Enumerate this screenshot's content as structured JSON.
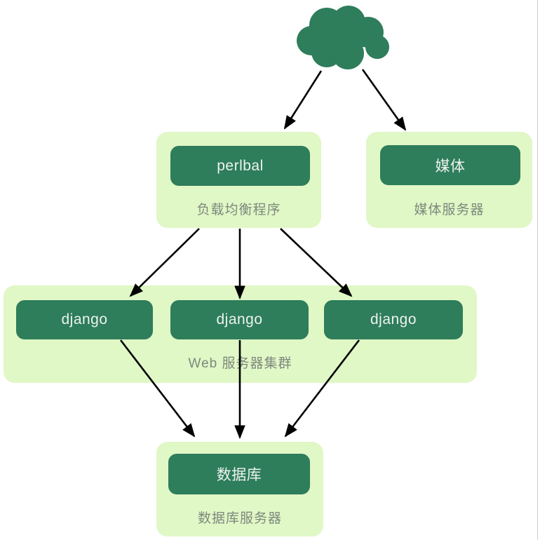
{
  "diagram": {
    "cloud": {
      "icon": "cloud-icon"
    },
    "groups": {
      "load_balancer": {
        "nodes": [
          {
            "label": "perlbal"
          }
        ],
        "caption": "负载均衡程序"
      },
      "media_server": {
        "nodes": [
          {
            "label": "媒体"
          }
        ],
        "caption": "媒体服务器"
      },
      "web_cluster": {
        "nodes": [
          {
            "label": "django"
          },
          {
            "label": "django"
          },
          {
            "label": "django"
          }
        ],
        "caption": "Web 服务器集群"
      },
      "database_server": {
        "nodes": [
          {
            "label": "数据库"
          }
        ],
        "caption": "数据库服务器"
      }
    },
    "edges": [
      {
        "from": "cloud",
        "to": "perlbal"
      },
      {
        "from": "cloud",
        "to": "media"
      },
      {
        "from": "perlbal",
        "to": "django-1"
      },
      {
        "from": "perlbal",
        "to": "django-2"
      },
      {
        "from": "perlbal",
        "to": "django-3"
      },
      {
        "from": "django-1",
        "to": "database"
      },
      {
        "from": "django-2",
        "to": "database"
      },
      {
        "from": "django-3",
        "to": "database"
      }
    ],
    "colors": {
      "node_fill": "#2e7d5b",
      "group_fill": "#e0f7c6",
      "node_text": "#edf3ed",
      "caption_text": "#7d897d",
      "arrow": "#000000",
      "page_edge": "#cccccc"
    }
  }
}
